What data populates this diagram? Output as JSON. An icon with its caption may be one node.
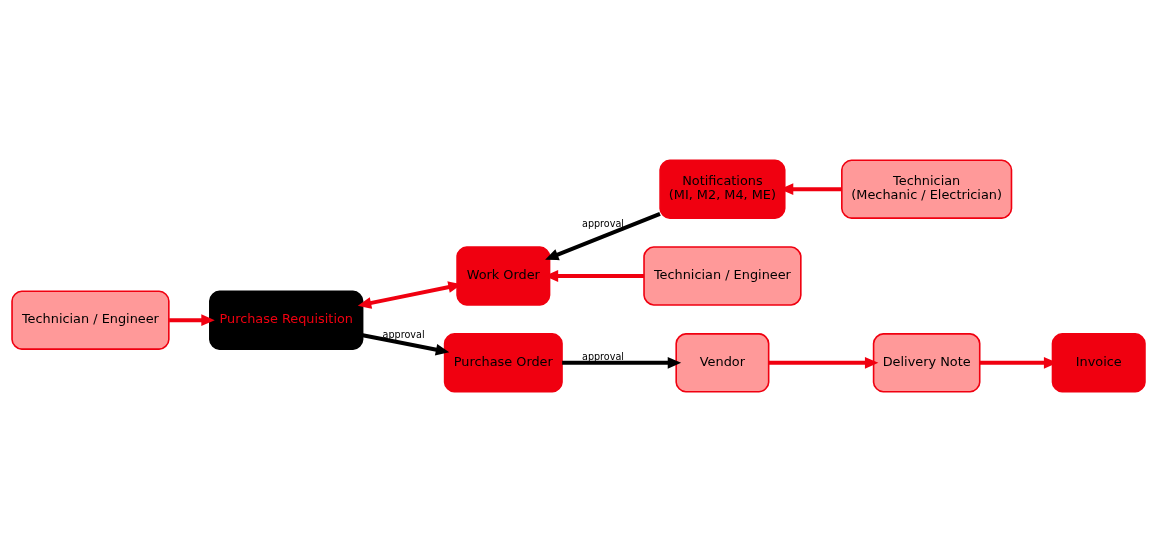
{
  "diagram": {
    "nodes": [
      {
        "text": [
          "Technician / Engineer"
        ]
      },
      {
        "text": [
          "Work Order"
        ]
      },
      {
        "text": [
          "Notifications",
          "(MI, M2, M4, ME)"
        ]
      },
      {
        "text": [
          "Technician",
          "(Mechanic / Electrician)"
        ]
      },
      {
        "text": [
          "Technician / Engineer"
        ]
      },
      {
        "text": [
          "Purchase Requisition"
        ]
      },
      {
        "text": [
          "Purchase Order"
        ]
      },
      {
        "text": [
          "Vendor"
        ]
      },
      {
        "text": [
          "Delivery Note"
        ]
      },
      {
        "text": [
          "Invoice"
        ]
      }
    ],
    "edges": [
      {
        "from": 3,
        "to": 2,
        "arrow": "to"
      },
      {
        "from": 2,
        "to": 1,
        "arrow": "to",
        "label": "approval",
        "color": "#000000"
      },
      {
        "from": 4,
        "to": 1,
        "arrow": "to"
      },
      {
        "from": 0,
        "to": 5,
        "arrow": "to"
      },
      {
        "from": 5,
        "to": 1,
        "arrow": "both"
      },
      {
        "from": 5,
        "to": 6,
        "arrow": "to",
        "label": "approval",
        "color": "#000000"
      },
      {
        "from": 6,
        "to": 7,
        "arrow": "to",
        "label": "approval",
        "color": "#000000"
      },
      {
        "from": 7,
        "to": 8,
        "arrow": "to"
      },
      {
        "from": 8,
        "to": 9,
        "arrow": "to"
      }
    ]
  }
}
